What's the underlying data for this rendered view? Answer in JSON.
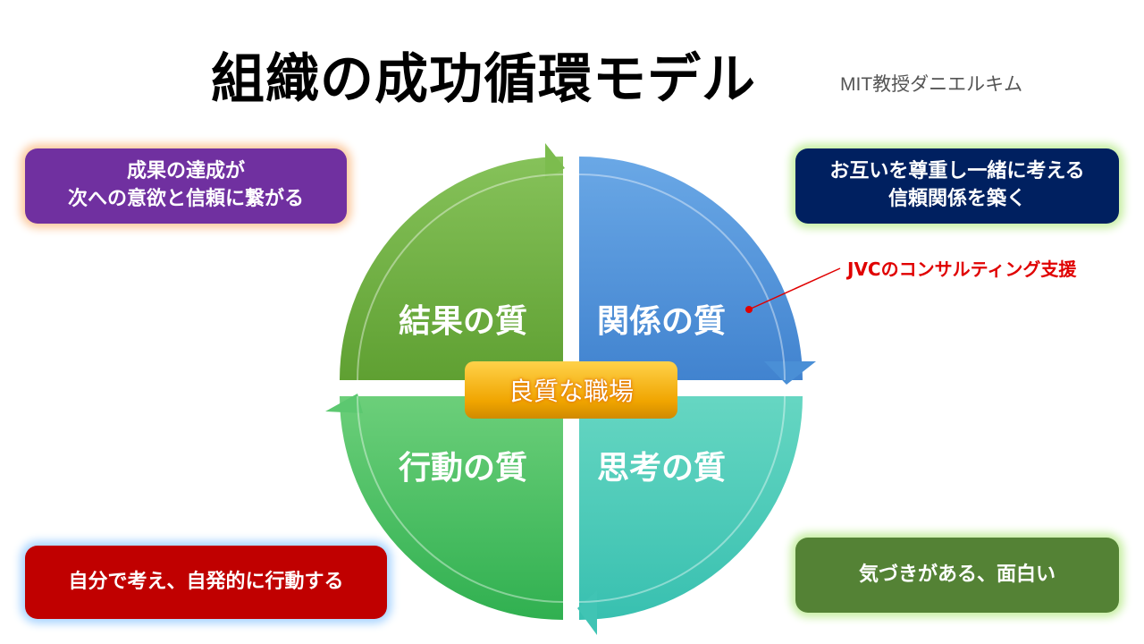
{
  "title": "組織の成功循環モデル",
  "subtitle": "MIT教授ダニエルキム",
  "quadrants": {
    "result": "結果の質",
    "relation": "関係の質",
    "action": "行動の質",
    "thinking": "思考の質"
  },
  "center_label": "良質な職場",
  "boxes": {
    "result_line1": "成果の達成が",
    "result_line2": "次への意欲と信頼に繋がる",
    "relation_line1": "お互いを尊重し一緒に考える",
    "relation_line2": "信頼関係を築く",
    "action": "自分で考え、自発的に行動する",
    "thinking": "気づきがある、面白い"
  },
  "annotation": "JVCのコンサルティング支援",
  "colors": {
    "result": "#6aac3c",
    "relation": "#4a8fd6",
    "action": "#3cbd5c",
    "thinking": "#48cbb8",
    "annotation": "#e00000"
  }
}
